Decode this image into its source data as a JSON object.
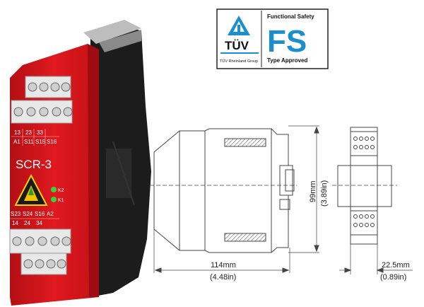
{
  "logo": {
    "tuv_mark": "TÜV",
    "tuv_group": "TÜV Rheinland Group",
    "fs_title": "Functional Safety",
    "fs_mark": "FS",
    "fs_sub": "Type Approved",
    "accent": "#1a8fd0"
  },
  "device": {
    "model": "SCR-3",
    "top_row1": [
      "13",
      "23",
      "33"
    ],
    "top_row2": [
      "A1",
      "S11",
      "S15",
      "S16"
    ],
    "bottom_row1": [
      "S23",
      "S24",
      "S16",
      "A2"
    ],
    "bottom_row2": [
      "14",
      "24",
      "34"
    ],
    "led_k2": "K2",
    "led_k1": "K1",
    "body_color": "#d7141a",
    "dark_color": "#1c1c1c"
  },
  "dimensions": {
    "width_mm": "114mm",
    "width_in": "(4.48in)",
    "height_mm": "99mm",
    "height_in": "(3.89in)",
    "depth_mm": "22.5mm",
    "depth_in": "(0.89in)"
  }
}
